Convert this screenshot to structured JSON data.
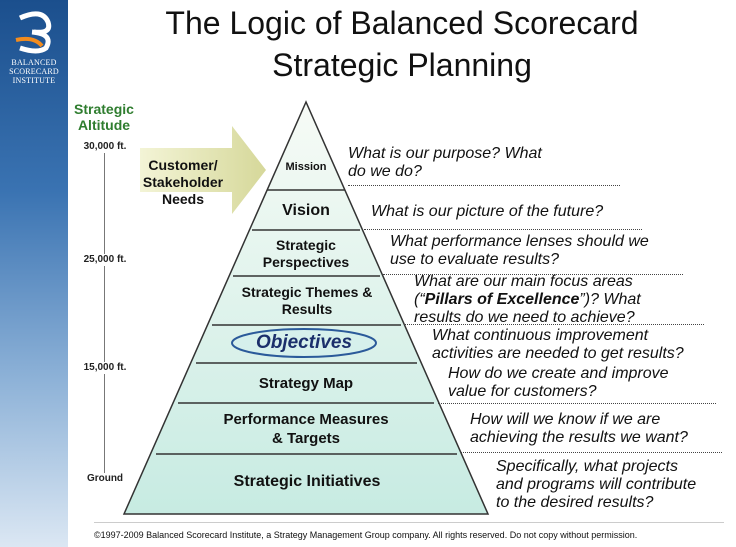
{
  "logo": {
    "lines": [
      "BALANCED",
      "SCORECARD",
      "INSTITUTE"
    ],
    "colors": {
      "arc": "#ffffff",
      "swoosh": "#f28c1e"
    }
  },
  "title": {
    "line1": "The Logic of Balanced Scorecard",
    "line2": "Strategic Planning"
  },
  "altitude": {
    "title_line1": "Strategic",
    "title_line2": "Altitude",
    "labels": [
      "30,000 ft.",
      "25,000 ft.",
      "15,000 ft.",
      "Ground"
    ]
  },
  "customer": {
    "line1": "Customer/",
    "line2": "Stakeholder",
    "line3": "Needs"
  },
  "levels": [
    {
      "line1": "Mission",
      "line2": ""
    },
    {
      "line1": "Vision",
      "line2": ""
    },
    {
      "line1": "Strategic",
      "line2": "Perspectives"
    },
    {
      "line1": "Strategic Themes &",
      "line2": "Results"
    },
    {
      "line1": "Objectives",
      "line2": ""
    },
    {
      "line1": "Strategy Map",
      "line2": ""
    },
    {
      "line1": "Performance Measures",
      "line2": "& Targets"
    },
    {
      "line1": "Strategic Initiatives",
      "line2": ""
    }
  ],
  "questions": [
    {
      "l1": "What is our purpose? What",
      "l2": "do we do?"
    },
    {
      "l1": "What is our picture of the future?"
    },
    {
      "l1": "What performance lenses should we",
      "l2": "use to evaluate results?"
    },
    {
      "l1": "What are our main focus areas",
      "l2a": "(“",
      "l2b": "Pillars of Excellence",
      "l2c": "”)? What",
      "l3": "results do we need to achieve?"
    },
    {
      "l1": "What continuous improvement",
      "l2": "activities are needed to get results?"
    },
    {
      "l1": "How do we create and improve",
      "l2": "value for customers?"
    },
    {
      "l1": "How will we know if we are",
      "l2": "achieving the results we want?"
    },
    {
      "l1": "Specifically, what projects",
      "l2": "and programs will contribute",
      "l3": "to the desired results?"
    }
  ],
  "footer": "©1997-2009 Balanced Scorecard Institute, a Strategy Management Group company.  All rights reserved. Do not copy without permission.",
  "colors": {
    "pyramid_top": "#f7fbf6",
    "pyramid_bottom": "#c7ebe2",
    "altitude_green": "#2f7d2f",
    "arrow": "#dfe0a8"
  }
}
